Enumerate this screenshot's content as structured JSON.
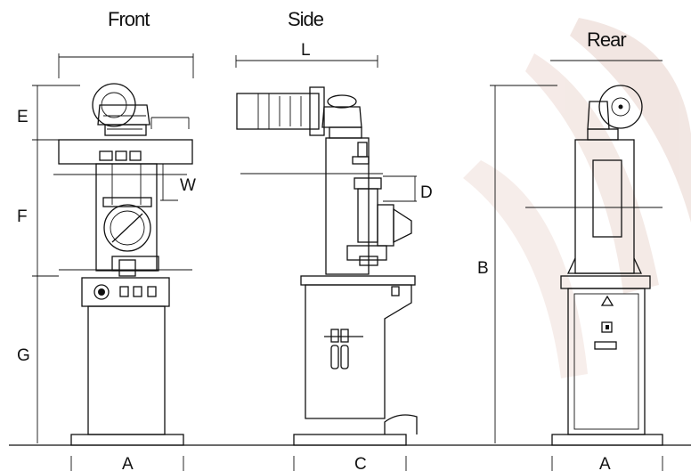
{
  "views": {
    "front": "Front",
    "side": "Side",
    "rear": "Rear"
  },
  "dimensions": {
    "A_front": "A",
    "A_rear": "A",
    "B": "B",
    "C": "C",
    "D": "D",
    "E": "E",
    "F": "F",
    "G": "G",
    "L": "L",
    "W": "W"
  },
  "colors": {
    "line": "#111111",
    "watermark": "#e8d3cc"
  }
}
